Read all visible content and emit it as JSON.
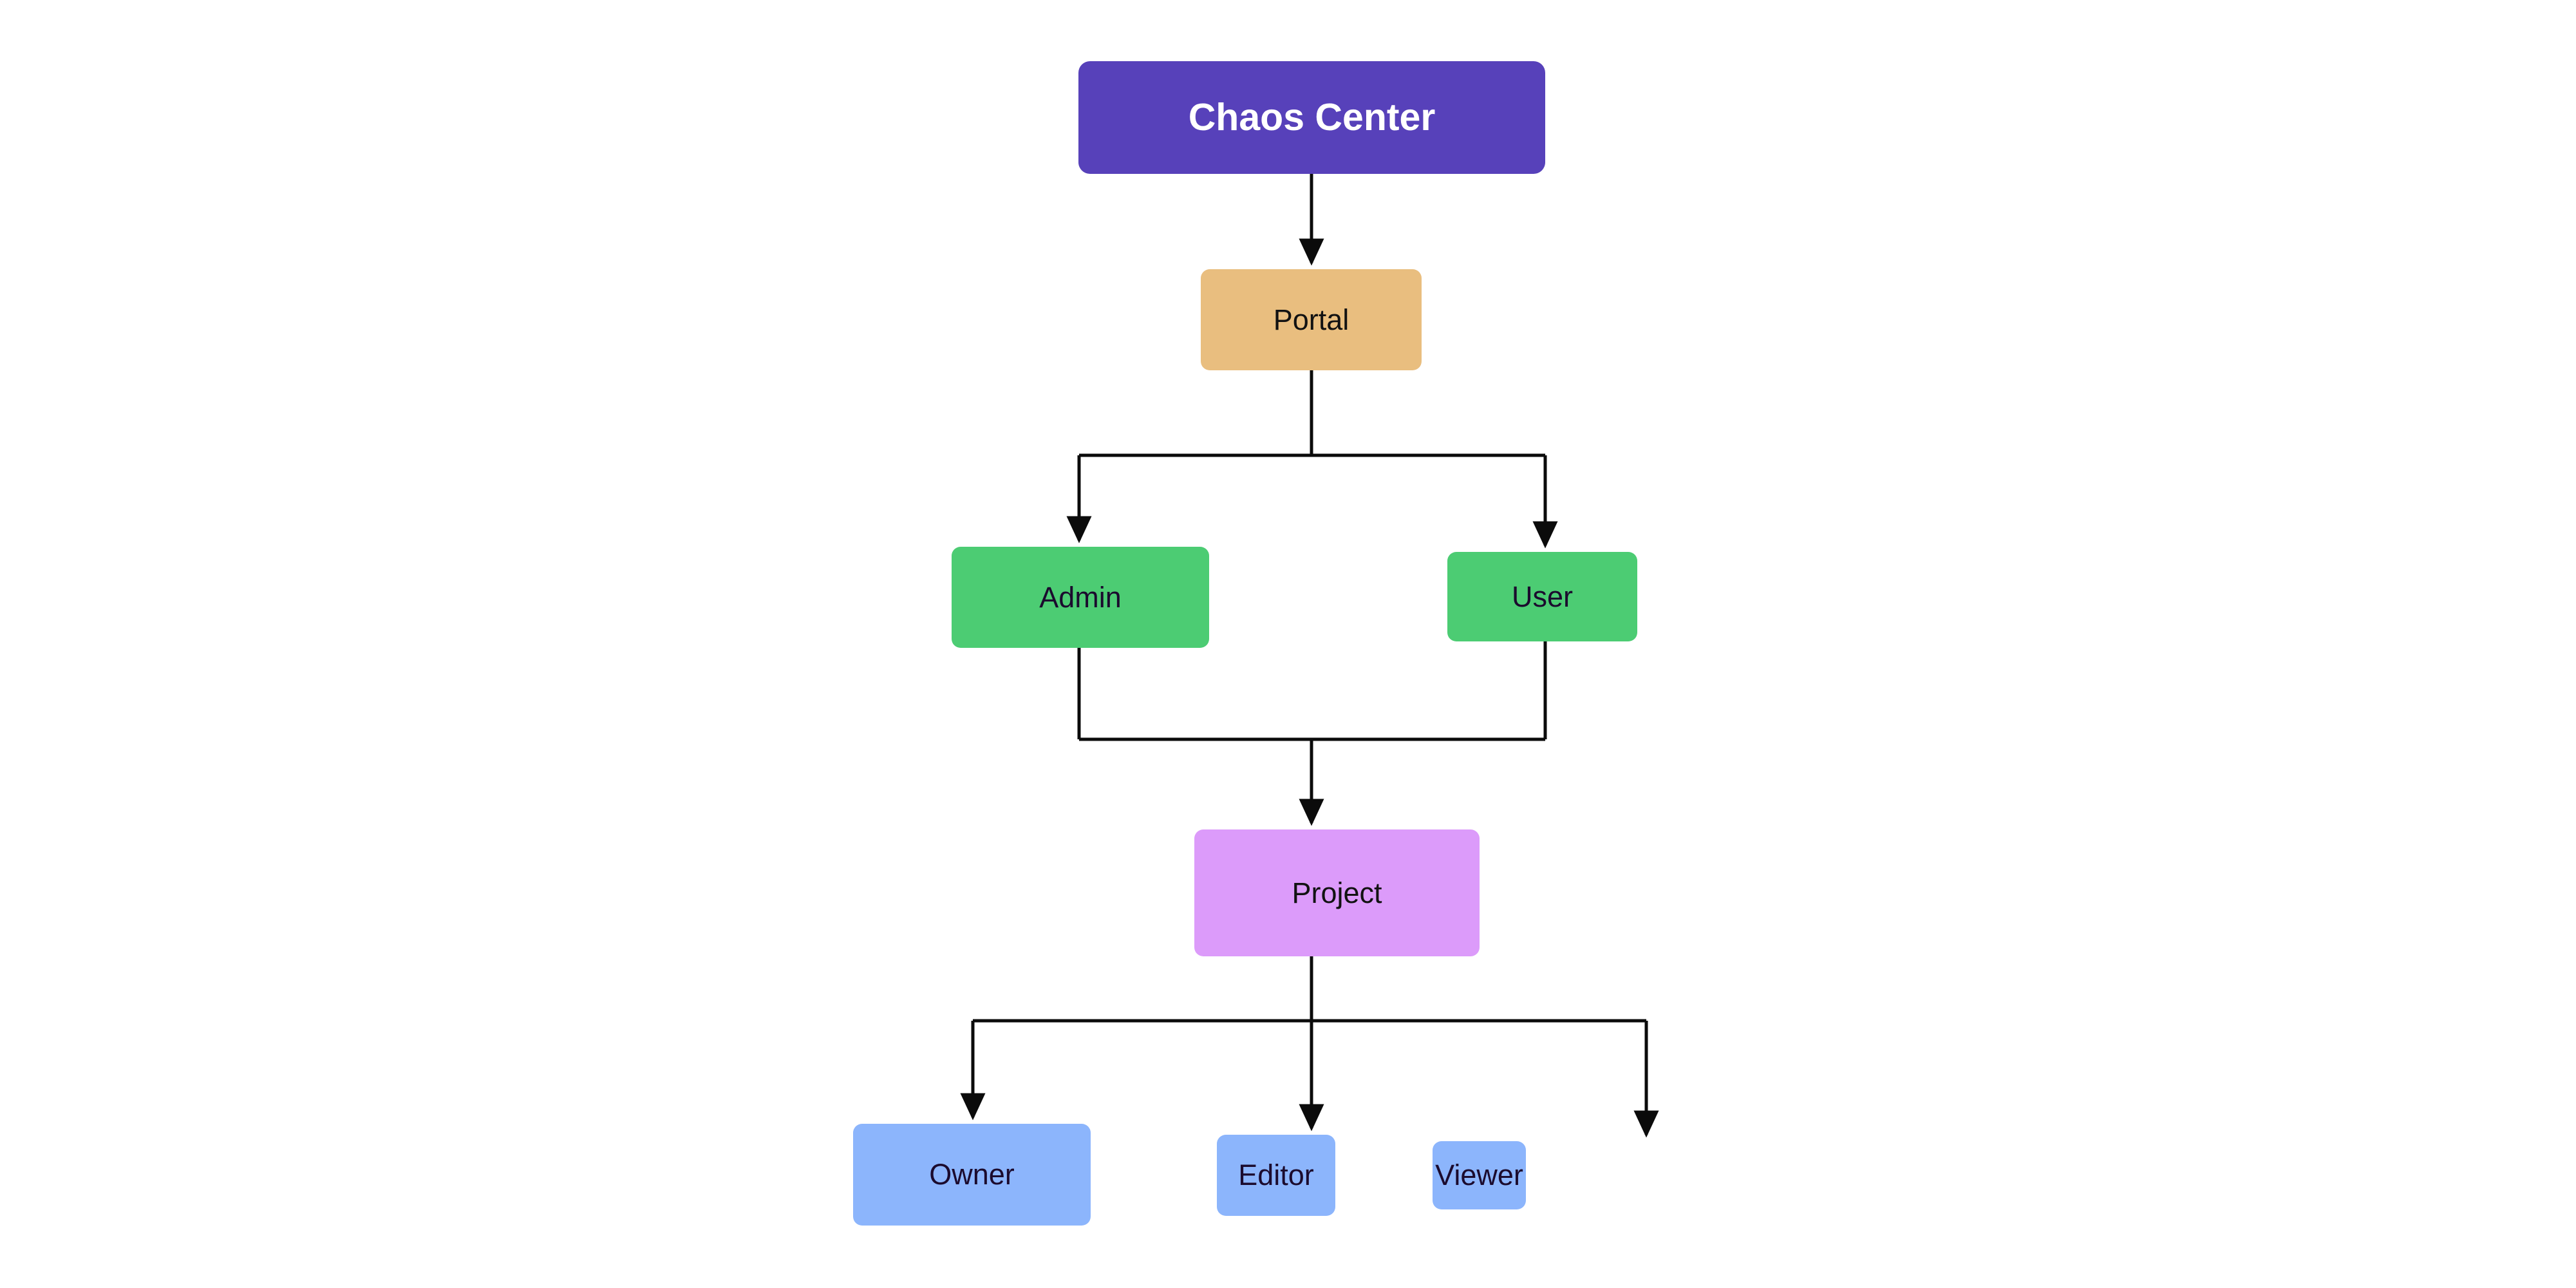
{
  "diagram": {
    "type": "flowchart",
    "direction": "top-down",
    "background_color": "#ffffff",
    "edge_color": "#0b0b0b",
    "nodes": [
      {
        "id": "chaos-center",
        "label": "Chaos Center",
        "fill_color": "#5741ba",
        "text_color": "#ffffff",
        "level": 0
      },
      {
        "id": "portal",
        "label": "Portal",
        "fill_color": "#e9be7f",
        "text_color": "#121212",
        "level": 1
      },
      {
        "id": "admin",
        "label": "Admin",
        "fill_color": "#4ccc73",
        "text_color": "#1b0b2e",
        "level": 2
      },
      {
        "id": "user",
        "label": "User",
        "fill_color": "#4ccc73",
        "text_color": "#1b0b2e",
        "level": 2
      },
      {
        "id": "project",
        "label": "Project",
        "fill_color": "#dc9bfa",
        "text_color": "#121212",
        "level": 3
      },
      {
        "id": "owner",
        "label": "Owner",
        "fill_color": "#8cb5fc",
        "text_color": "#1b0b2e",
        "level": 4
      },
      {
        "id": "editor",
        "label": "Editor",
        "fill_color": "#8cb5fc",
        "text_color": "#1b0b2e",
        "level": 4
      },
      {
        "id": "viewer",
        "label": "Viewer",
        "fill_color": "#8cb5fc",
        "text_color": "#1b0b2e",
        "level": 4
      }
    ],
    "edges": [
      {
        "from": "chaos-center",
        "to": "portal",
        "arrow": true
      },
      {
        "from": "portal",
        "to": "admin",
        "arrow": true
      },
      {
        "from": "portal",
        "to": "user",
        "arrow": true
      },
      {
        "from": "admin",
        "to": "project",
        "arrow": true
      },
      {
        "from": "user",
        "to": "project",
        "arrow": true
      },
      {
        "from": "project",
        "to": "owner",
        "arrow": true
      },
      {
        "from": "project",
        "to": "editor",
        "arrow": true
      },
      {
        "from": "project",
        "to": "viewer",
        "arrow": true
      }
    ]
  }
}
